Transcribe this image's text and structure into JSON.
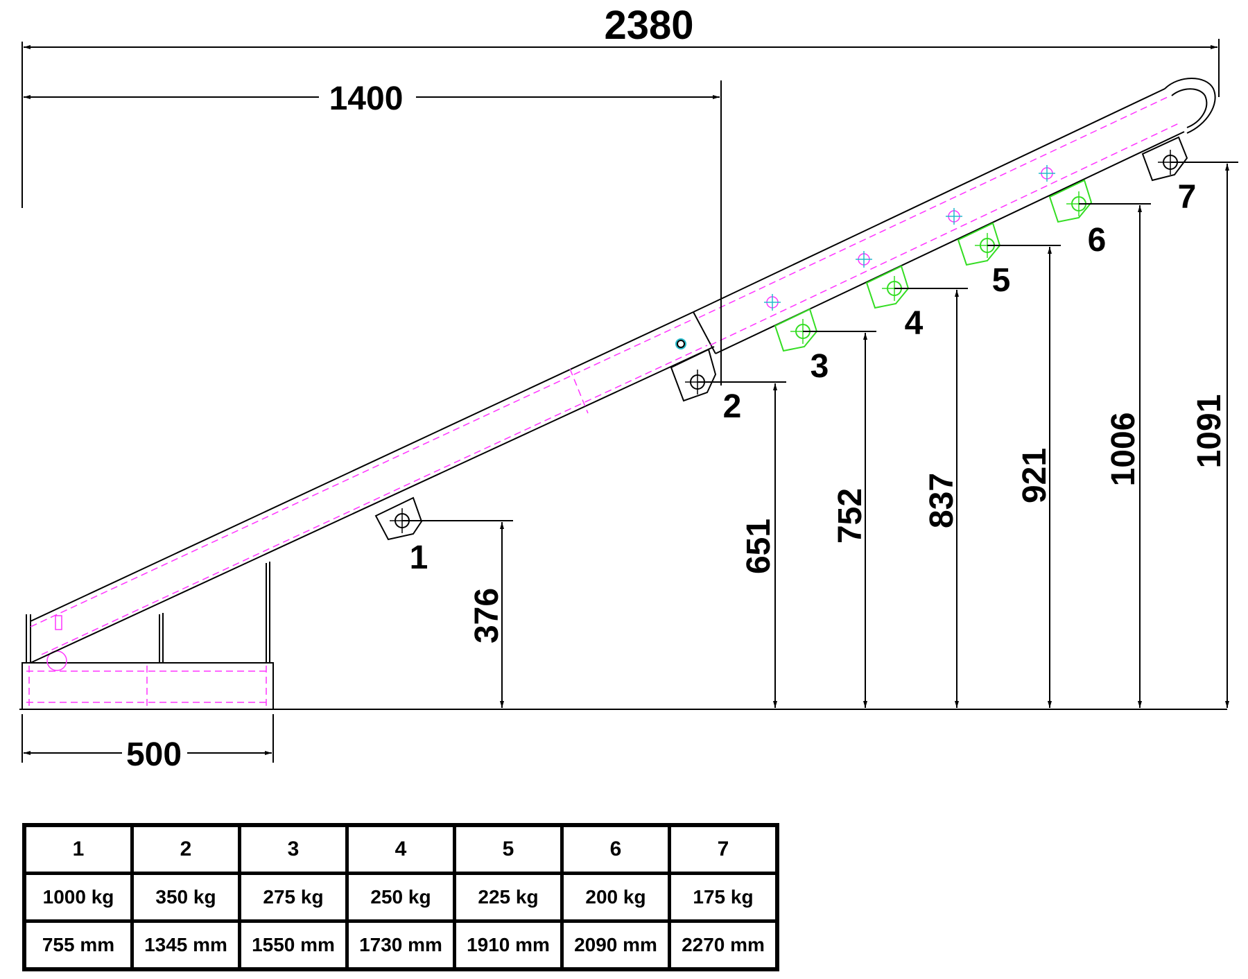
{
  "dimensions": {
    "total_length": "2380",
    "second_length": "1400",
    "base_length": "500"
  },
  "heights": [
    "376",
    "651",
    "752",
    "837",
    "921",
    "1006",
    "1091"
  ],
  "positions": [
    "1",
    "2",
    "3",
    "4",
    "5",
    "6",
    "7"
  ],
  "table": {
    "positions": [
      "1",
      "2",
      "3",
      "4",
      "5",
      "6",
      "7"
    ],
    "loads": [
      "1000 kg",
      "350 kg",
      "275 kg",
      "250 kg",
      "225 kg",
      "200 kg",
      "175 kg"
    ],
    "reaches": [
      "755 mm",
      "1345 mm",
      "1550 mm",
      "1730 mm",
      "1910 mm",
      "2090 mm",
      "2270 mm"
    ]
  },
  "colors": {
    "line": "#000000",
    "hidden": "#ff33ff",
    "highlight": "#33dd22",
    "centermark": "#22bbcc"
  }
}
